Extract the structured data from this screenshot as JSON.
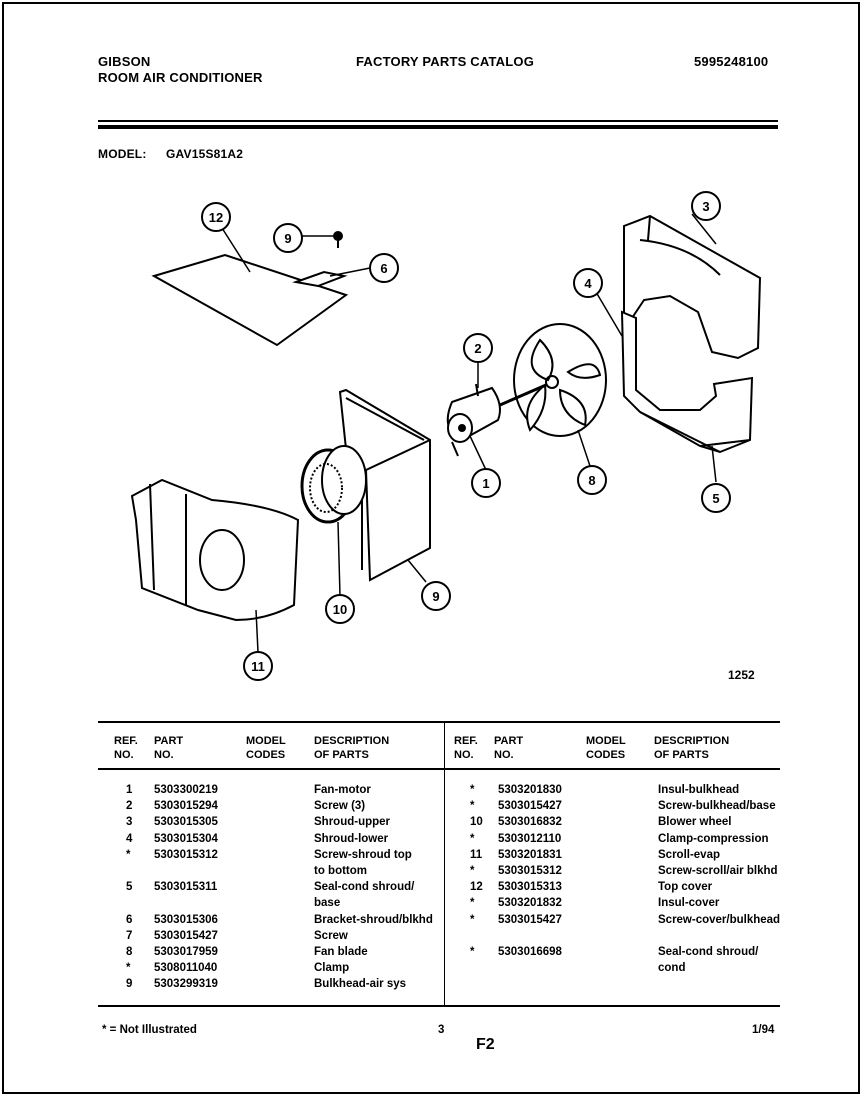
{
  "header": {
    "brand": "GIBSON",
    "product": "ROOM AIR CONDITIONER",
    "catalog_title": "FACTORY PARTS CATALOG",
    "catalog_number": "5995248100",
    "model_label": "MODEL:",
    "model_value": "GAV15S81A2"
  },
  "diagram": {
    "drawing_number": "1252",
    "callouts": [
      "12",
      "9",
      "6",
      "3",
      "4",
      "2",
      "1",
      "8",
      "5",
      "9",
      "10",
      "11"
    ]
  },
  "table": {
    "headers": {
      "ref": "REF.",
      "no": "NO.",
      "part": "PART",
      "part_no": "NO.",
      "model": "MODEL",
      "codes": "CODES",
      "desc": "DESCRIPTION",
      "of_parts": "OF PARTS"
    },
    "left": [
      {
        "ref": "1",
        "part": "5303300219",
        "desc": "Fan-motor"
      },
      {
        "ref": "2",
        "part": "5303015294",
        "desc": "Screw (3)"
      },
      {
        "ref": "3",
        "part": "5303015305",
        "desc": "Shroud-upper"
      },
      {
        "ref": "4",
        "part": "5303015304",
        "desc": "Shroud-lower"
      },
      {
        "ref": "*",
        "part": "5303015312",
        "desc": "Screw-shroud top"
      },
      {
        "ref": "",
        "part": "",
        "desc": "to bottom"
      },
      {
        "ref": "5",
        "part": "5303015311",
        "desc": "Seal-cond shroud/"
      },
      {
        "ref": "",
        "part": "",
        "desc": "base"
      },
      {
        "ref": "6",
        "part": "5303015306",
        "desc": "Bracket-shroud/blkhd"
      },
      {
        "ref": "7",
        "part": "5303015427",
        "desc": "Screw"
      },
      {
        "ref": "8",
        "part": "5303017959",
        "desc": "Fan blade"
      },
      {
        "ref": "*",
        "part": "5308011040",
        "desc": "Clamp"
      },
      {
        "ref": "9",
        "part": "5303299319",
        "desc": "Bulkhead-air sys"
      }
    ],
    "right": [
      {
        "ref": "*",
        "part": "5303201830",
        "desc": "Insul-bulkhead"
      },
      {
        "ref": "*",
        "part": "5303015427",
        "desc": "Screw-bulkhead/base"
      },
      {
        "ref": "10",
        "part": "5303016832",
        "desc": "Blower wheel"
      },
      {
        "ref": "*",
        "part": "5303012110",
        "desc": "Clamp-compression"
      },
      {
        "ref": "11",
        "part": "5303201831",
        "desc": "Scroll-evap"
      },
      {
        "ref": "*",
        "part": "5303015312",
        "desc": "Screw-scroll/air blkhd"
      },
      {
        "ref": "12",
        "part": "5303015313",
        "desc": "Top cover"
      },
      {
        "ref": "*",
        "part": "5303201832",
        "desc": "Insul-cover"
      },
      {
        "ref": "*",
        "part": "5303015427",
        "desc": "Screw-cover/bulkhead"
      },
      {
        "ref": "",
        "part": "",
        "desc": ""
      },
      {
        "ref": "*",
        "part": "5303016698",
        "desc": "Seal-cond shroud/"
      },
      {
        "ref": "",
        "part": "",
        "desc": "cond"
      }
    ]
  },
  "footer": {
    "note": "* = Not Illustrated",
    "page": "3",
    "code": "F2",
    "date": "1/94"
  }
}
